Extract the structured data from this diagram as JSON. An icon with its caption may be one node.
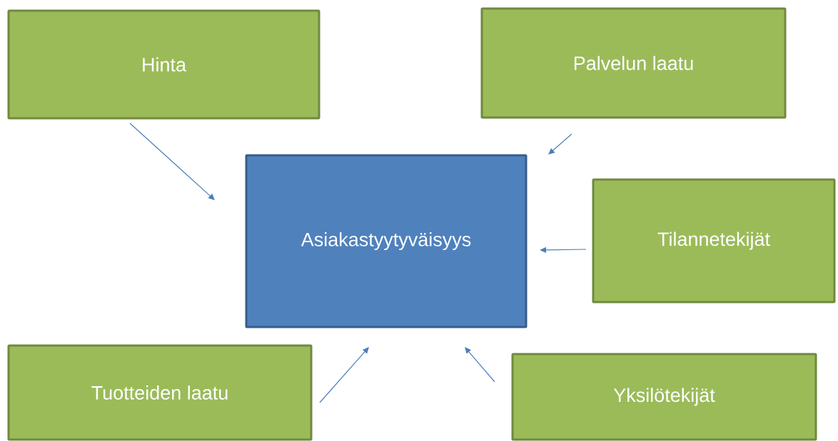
{
  "diagram": {
    "nodes": [
      {
        "text": [
          "Hinta"
        ]
      },
      {
        "text": [
          "Palvelun laatu"
        ]
      },
      {
        "text": [
          "Asiakastyytyväisyys"
        ]
      },
      {
        "text": [
          "Tilannetekijät"
        ]
      },
      {
        "text": [
          "Tuotteiden laatu"
        ]
      },
      {
        "text": [
          "Yksilötekijät"
        ]
      }
    ],
    "edges": [
      {
        "from": 0,
        "to": 2,
        "arrow": "to"
      },
      {
        "from": 1,
        "to": 2,
        "arrow": "to"
      },
      {
        "from": 3,
        "to": 2,
        "arrow": "to"
      },
      {
        "from": 4,
        "to": 2,
        "arrow": "to"
      },
      {
        "from": 5,
        "to": 2,
        "arrow": "to"
      }
    ]
  }
}
